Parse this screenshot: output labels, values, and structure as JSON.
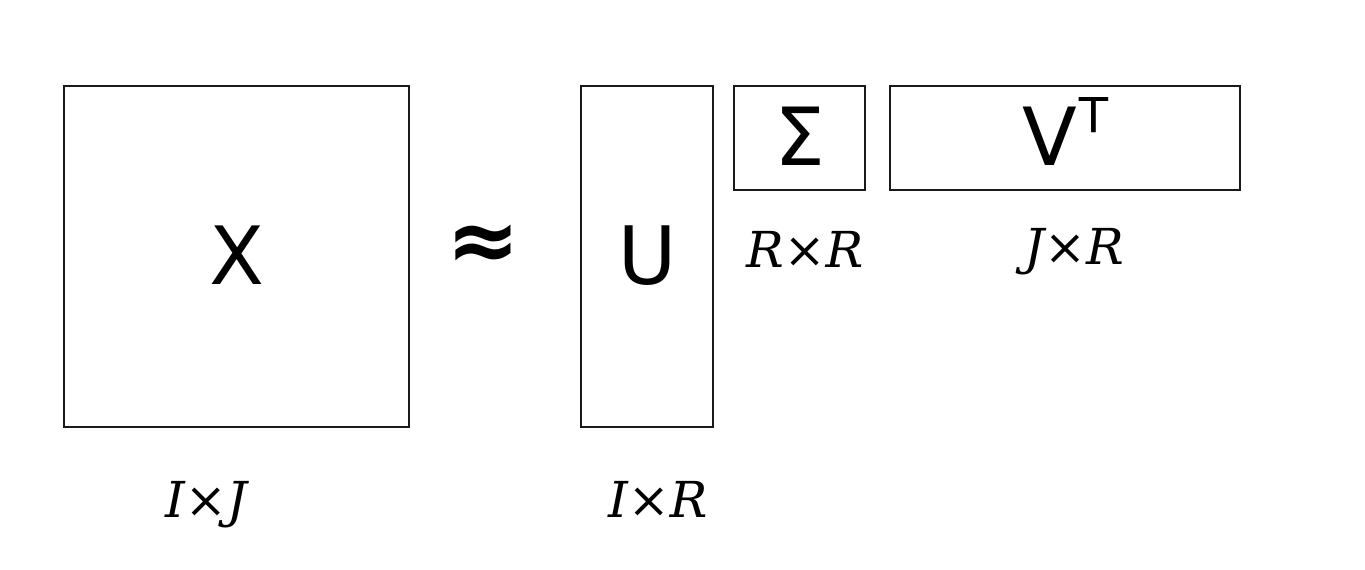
{
  "diagram": {
    "lhs": {
      "symbol": "X",
      "dims": "I×J"
    },
    "operator": "≈",
    "factors": {
      "u": {
        "symbol": "U",
        "dims": "I×R"
      },
      "sigma": {
        "symbol": "Σ",
        "dims": "R×R"
      },
      "vt": {
        "symbol": "V",
        "superscript": "T",
        "dims": "J×R"
      }
    }
  },
  "colors": {
    "stroke": "#1a1a1a",
    "background": "#ffffff",
    "text": "#000000"
  }
}
